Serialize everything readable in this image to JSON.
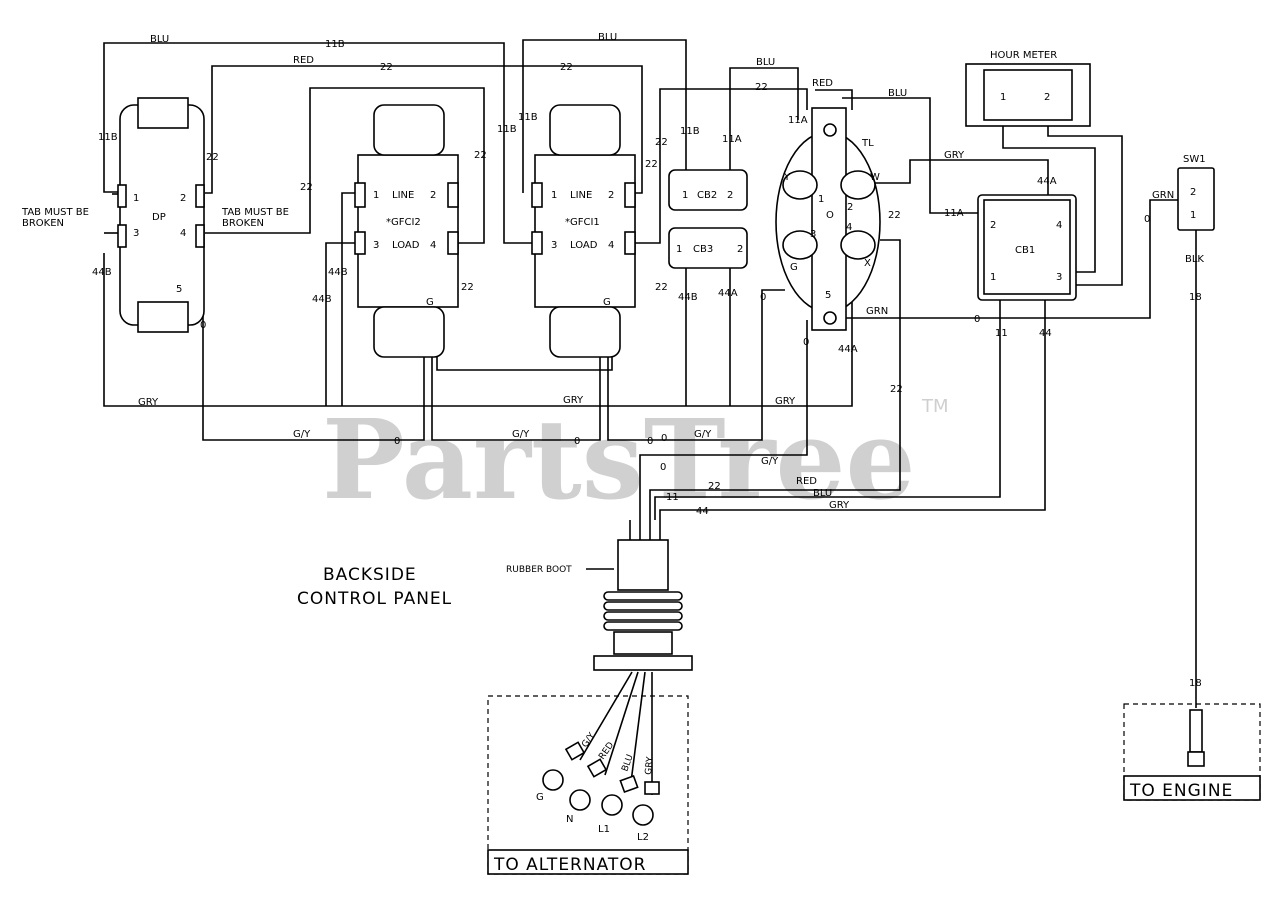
{
  "watermark": {
    "text": "PartsTree",
    "tm": "TM"
  },
  "components": {
    "dp": {
      "name": "DP",
      "pins": [
        "1",
        "2",
        "3",
        "4",
        "5"
      ],
      "note_left": [
        "TAB MUST BE",
        "BROKEN"
      ],
      "note_right": [
        "TAB MUST BE",
        "BROKEN"
      ]
    },
    "gfci2": {
      "name": "*GFCI2",
      "line": "LINE",
      "load": "LOAD",
      "pins": [
        "1",
        "2",
        "3",
        "4"
      ],
      "ground": "G"
    },
    "gfci1": {
      "name": "*GFCI1",
      "line": "LINE",
      "load": "LOAD",
      "pins": [
        "1",
        "2",
        "3",
        "4"
      ],
      "ground": "G"
    },
    "cb2": {
      "name": "CB2",
      "pins": [
        "1",
        "2"
      ]
    },
    "cb3": {
      "name": "CB3",
      "pins": [
        "1",
        "2"
      ]
    },
    "tl": {
      "name": "TL",
      "pins": [
        "1",
        "2",
        "3",
        "4",
        "5"
      ],
      "terminals": [
        "Y",
        "W",
        "G",
        "X"
      ],
      "o": "O"
    },
    "hour_meter": {
      "name": "HOUR METER",
      "pins": [
        "1",
        "2"
      ]
    },
    "cb1": {
      "name": "CB1",
      "pins": [
        "1",
        "2",
        "3",
        "4"
      ]
    },
    "sw1": {
      "name": "SW1",
      "pins": [
        "2",
        "1"
      ]
    }
  },
  "wire_labels": {
    "blu": "BLU",
    "red": "RED",
    "gry": "GRY",
    "gy": "G/Y",
    "grn": "GRN",
    "blk": "BLK",
    "n11b": "11B",
    "n22": "22",
    "n44b": "44B",
    "n0": "0",
    "n11a": "11A",
    "n44a": "44A",
    "n11": "11",
    "n44": "44",
    "n18": "18"
  },
  "labels": {
    "backside": "BACKSIDE",
    "control_panel": "CONTROL PANEL",
    "rubber_boot": "RUBBER BOOT",
    "to_alternator": "TO ALTERNATOR",
    "to_engine": "TO ENGINE"
  },
  "alternator_leads": [
    {
      "wire": "G/Y",
      "terminal": "G"
    },
    {
      "wire": "RED",
      "terminal": "N"
    },
    {
      "wire": "BLU",
      "terminal": "L1"
    },
    {
      "wire": "GRY",
      "terminal": "L2"
    }
  ]
}
